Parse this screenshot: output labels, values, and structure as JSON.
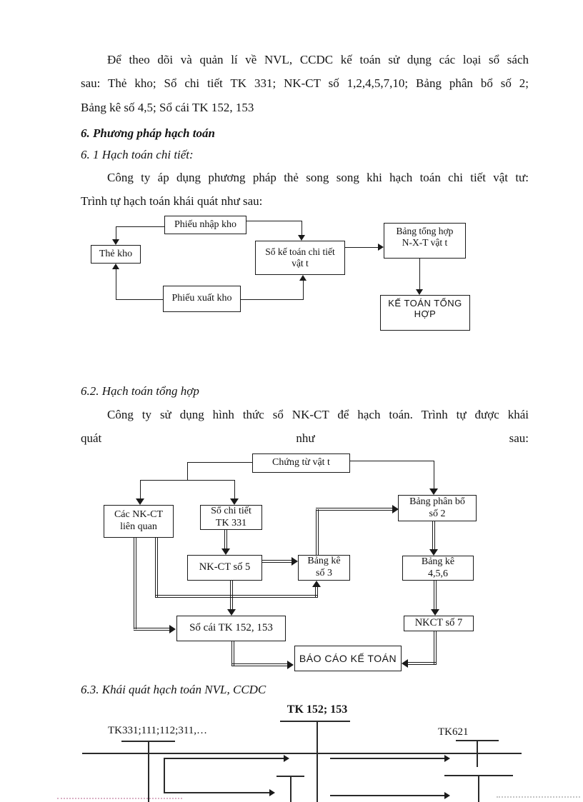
{
  "colors": {
    "ink": "#1a1a1a",
    "paper": "#ffffff"
  },
  "document": {
    "p1": {
      "l1": "Để theo dõi và quản lí về NVL, CCDC kế toán sử dụng các loại sổ sách",
      "l2": "sau: Thẻ kho; Sổ chi tiết TK 331; NK-CT số 1,2,4,5,7,10; Bảng phân bổ số 2;",
      "l3": "Bảng kê số 4,5; Sổ cái TK 152, 153"
    },
    "h6": "6. Phương pháp hạch toán",
    "h61": "6. 1 Hạch toán chi tiết:",
    "p61": {
      "l1": "Công ty áp dụng phương pháp thẻ song song khi hạch toán chi tiết vật tư:",
      "l2": "Trình tự hạch toán khái quát như sau:"
    },
    "h62": "6.2. Hạch toán tổng hợp",
    "p62": {
      "l1": "Công ty sử dụng hình thức sổ NK-CT để hạch toán. Trình tự được khái",
      "w1": "quát",
      "w2": "như",
      "w3": "sau:"
    },
    "h63": "6.3. Khái quát hạch toán NVL, CCDC"
  },
  "diagram1": {
    "phieu_nhap_kho": "Phiếu nhập kho",
    "the_kho": "Thẻ kho",
    "phieu_xuat_kho": "Phiếu xuất kho",
    "so_ke_toan": {
      "l1": "Sổ kế toán chi tiết",
      "l2": "vật t"
    },
    "bang_tong_hop": {
      "l1": "Bảng tổng hợp",
      "l2": "N-X-T vật t"
    },
    "ke_toan_tong_hop": {
      "l1": "KẾ TOÁN TỔNG",
      "l2": "HỢP"
    }
  },
  "diagram2": {
    "chung_tu": "Chứng từ vật t",
    "cac_nkct": {
      "l1": "Các NK-CT",
      "l2": "liên quan"
    },
    "so_chi_tiet": {
      "l1": "Sổ chi tiết",
      "l2": "TK 331"
    },
    "bang_phan_bo": {
      "l1": "Bảng phân bổ",
      "l2": "số 2"
    },
    "nkct_so_5": "NK-CT số 5",
    "bang_ke_so_3": {
      "l1": "Bảng kê",
      "l2": "số 3"
    },
    "bang_ke_456": {
      "l1": "Bảng kê",
      "l2": "4,5,6"
    },
    "so_cai": "Sổ cái TK 152, 153",
    "nkct_so_7": "NKCT số 7",
    "bao_cao": "BÁO CÁO KẾ TOÁN"
  },
  "diagram3": {
    "tk_152_153": "TK 152; 153",
    "tk_331": "TK331;111;112;311,…",
    "tk_621": "TK621"
  }
}
